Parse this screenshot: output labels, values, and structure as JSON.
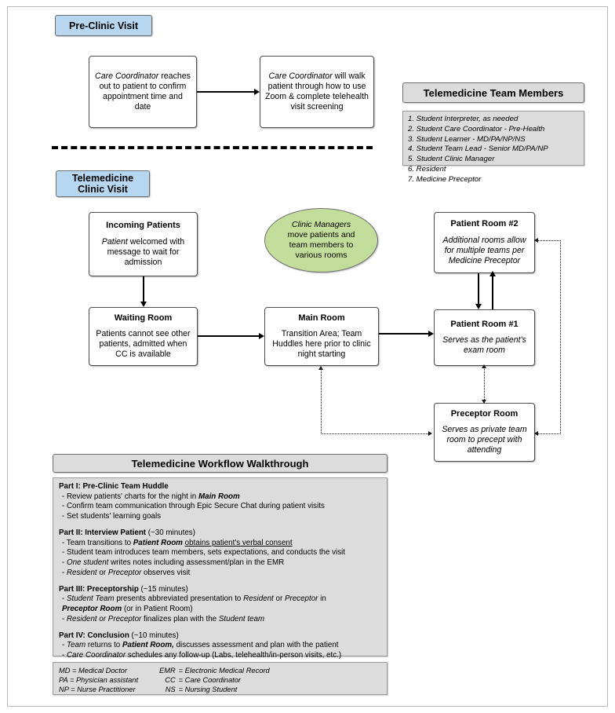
{
  "sections": {
    "pre_clinic_label": "Pre-Clinic Visit",
    "clinic_visit_label_line1": "Telemedicine",
    "clinic_visit_label_line2": "Clinic Visit"
  },
  "pre_clinic": {
    "step1": {
      "text_italic": "Care Coordinator",
      "text_rest": " reaches out to patient to confirm appointment time and date"
    },
    "step2": {
      "text_italic": "Care Coordinator",
      "text_rest": " will walk patient through how to use Zoom & complete telehealth visit screening"
    }
  },
  "team_members": {
    "header": "Telemedicine Team Members",
    "items": [
      "1. Student Interpreter, as needed",
      "2. Student Care Coordinator - Pre-Health",
      "3. Student Learner - MD/PA/NP/NS",
      "4. Student Team Lead - Senior MD/PA/NP",
      "5. Student Clinic Manager",
      "6. Resident",
      "7. Medicine Preceptor"
    ]
  },
  "rooms": {
    "incoming_patients": {
      "title": "Incoming Patients",
      "body_italic": "Patient",
      "body_rest": " welcomed with message to wait for admission"
    },
    "waiting_room": {
      "title": "Waiting Room",
      "body": "Patients cannot see other patients, admitted when CC is available"
    },
    "main_room": {
      "title": "Main Room",
      "body": "Transition Area; Team Huddles here prior to clinic night starting"
    },
    "patient_room_2": {
      "title": "Patient Room #2",
      "body": "Additional rooms allow for multiple teams per Medicine Preceptor"
    },
    "patient_room_1": {
      "title": "Patient Room #1",
      "body": "Serves as the patient's exam room"
    },
    "preceptor_room": {
      "title": "Preceptor Room",
      "body": "Serves as private team room to precept with attending"
    },
    "clinic_managers_ellipse": {
      "line1_italic": "Clinic Managers",
      "line2": "move patients and",
      "line3": "team members to",
      "line4": "various rooms"
    }
  },
  "workflow": {
    "header": "Telemedicine Workflow Walkthrough",
    "parts": [
      {
        "heading": "Part I: Pre-Clinic Team Huddle",
        "duration": "",
        "lines": [
          "- Review patients' charts for the night in <b><i>Main Room</i></b>",
          "- Confirm team communication through Epic Secure Chat during patient visits",
          "- Set students' learning goals"
        ]
      },
      {
        "heading": "Part II: Interview Patient",
        "duration": " (~30 minutes)",
        "lines": [
          "- Team transitions to <b><i>Patient Room</i></b> <u>obtains patient's verbal consent </u>",
          "- Student team introduces team members, sets expectations, and conducts the visit",
          "- <i>One student</i> writes notes including assessment/plan in the EMR",
          "- <i>Resident</i> or <i>Preceptor</i> observes visit"
        ]
      },
      {
        "heading": "Part III: Preceptorship",
        "duration": " (~15 minutes)",
        "lines": [
          " - <i>Student Team</i> presents abbreviated presentation to <i>Resident</i> or <i>Preceptor</i> in",
          "<b><i>Preceptor Room</i></b> (or in Patient Room)",
          " - <i>Resident or Preceptor</i> finalizes plan with the <i>Student team</i>"
        ]
      },
      {
        "heading": "Part IV: Conclusion",
        "duration": " (~10 minutes)",
        "lines": [
          " - <i>Team</i> returns to <b><i>Patient Room,</i></b> discusses assessment and plan with the patient",
          " - <i>Care Coordinator</i> schedules any follow-up (Labs, telehealth/in-person visits, etc.)"
        ]
      }
    ]
  },
  "abbreviations": [
    {
      "left_key": "MD",
      "left_val": "= Medical Doctor",
      "right_key": "EMR",
      "right_val": "= Electronic Medical Record"
    },
    {
      "left_key": "PA",
      "left_val": "= Physician assistant",
      "right_key": "CC",
      "right_val": "= Care Coordinator"
    },
    {
      "left_key": "NP",
      "left_val": "= Nurse Practitioner",
      "right_key": "NS",
      "right_val": "= Nursing Student"
    }
  ],
  "colors": {
    "pill_blue": "#b7d7f0",
    "panel_grey": "#dcdcdc",
    "ellipse_green": "#c3dd9a",
    "line_black": "#000000"
  }
}
